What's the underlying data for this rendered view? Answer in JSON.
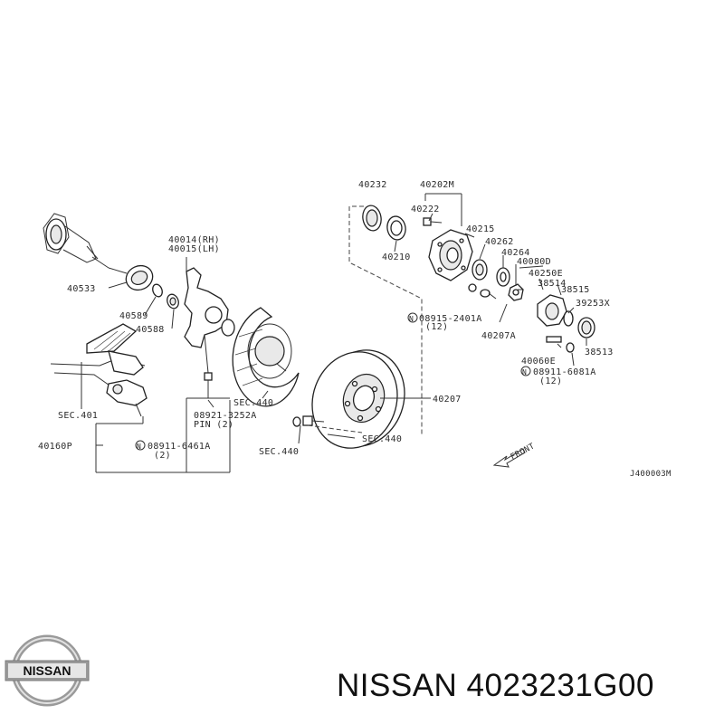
{
  "diagram": {
    "labels": {
      "l40232": "40232",
      "l40202m": "40202M",
      "l40222": "40222",
      "l40210": "40210",
      "l40215": "40215",
      "l40262": "40262",
      "l40264": "40264",
      "l40080d": "40080D",
      "l40250e": "40250E",
      "l38515": "38515",
      "l39253x": "39253X",
      "l38513": "38513",
      "l38514": "38514",
      "l40014": "40014(RH)",
      "l40015": "40015(LH)",
      "l40533": "40533",
      "l40589": "40589",
      "l40588": "40588",
      "l08915": "08915-2401A",
      "l08915q": "(12)",
      "l40207a": "40207A",
      "l40060e": "40060E",
      "l08911b": "08911-6081A",
      "l08911bq": "(12)",
      "lsec440a": "SEC.440",
      "l08921": "08921-3252A",
      "lpin": "PIN (2)",
      "l40207": "40207",
      "lsec401": "SEC.401",
      "l40160p": "40160P",
      "l08911a": "08911-6461A",
      "l08911aq": "(2)",
      "lsec440b": "SEC.440",
      "lsec440c": "SEC.440",
      "lfront": "FRONT",
      "lref": "J400003M",
      "n": "N"
    }
  },
  "footer": {
    "logo_text": "NISSAN",
    "title": "NISSAN 4023231G00"
  }
}
